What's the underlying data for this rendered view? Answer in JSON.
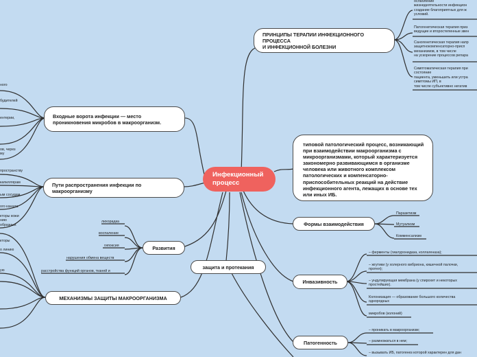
{
  "center": {
    "label": "Инфекционный процесс"
  },
  "nodes": {
    "principles": "ПРИНЦИПЫ ТЕРАПИИ ИНФЕКЦИОННОГО ПРОЦЕССА\nИ ИНФЕКЦИОННОЙ БОЛЕЗНИ",
    "entry": "Входные ворота инфекции — место проникновения микробов в макроорганизм.",
    "spread": "Пути распространения инфекции по макроорганизму",
    "definition": "типовой патологический процесс, возникающий при взаимодействии макроорганизма с микроорганизмами, который характеризуется закономерно развивающимся в организме человека или животного комплексом патологических и компенсаторно-приспособительных реакций на действие инфекционного агента, лежащих в основе тех или иных ИБ.",
    "forms": "Формы взаимодействия",
    "development": "Развития",
    "protection": "защита и протекания",
    "defense": "МЕХАНИЗМЫ ЗАЩИТЫ МАКРООРГАНИЗМА",
    "invasiveness": "Инвазивность",
    "pathogenicity": "Патогенность"
  },
  "leaves": {
    "principles": [
      "ослабление\nжизнедеятельности инфекцион\nсоздание благоприятных для ж\nусловий.",
      "Патогенетическая терапия приз\nведущие и второстепенные звен",
      "Саногенетическая терапия напр\nзащитнокомпенсаторно-присп\nмеханизмов, в том числе\nна ускорение процессов репара",
      "Симптоматическая терапия при\nсостояние\nпациента, уменьшить или устра\nсимптомы ИП, в\nтом числе субъективно негатив"
    ],
    "entry": [
      "ного",
      "будителей",
      "ентерии,",
      "ов, через\nму"
    ],
    "spread": [
      "пространству",
      "капиллярам",
      "ым сосудам",
      "ого канала",
      "кторы кожи\nнию\nобразных"
    ],
    "defense_left": [
      "кторы",
      "о линию",
      "ую"
    ],
    "forms": [
      "Паразитизм",
      "Мутуализм",
      "Комменсализм"
    ],
    "development": [
      "лихорадка",
      "воспаление",
      "гипоксия",
      "нарушения обмена веществ",
      "расстройства функций органов, тканей и"
    ],
    "invasiveness": [
      "– ферменты (гиалуронидаза, коллагеназа);",
      "– жгутики (у холерного вибриона, кишечной палочки,\nпротея);",
      "– ундулирующая мембрана (у спирохет и некоторых\nпростейших).",
      "Колонизация — образование большого количества\nоднородных",
      "микробов (колоний)"
    ],
    "pathogenicity": [
      "– проникать в макроорганизм;",
      "– размножаться в нем;",
      "– вызывать ИБ, патогенез которой характерен для дан"
    ]
  },
  "colors": {
    "background": "#c3dbf1",
    "center": "#ef625e",
    "line": "#2f2f2f"
  }
}
